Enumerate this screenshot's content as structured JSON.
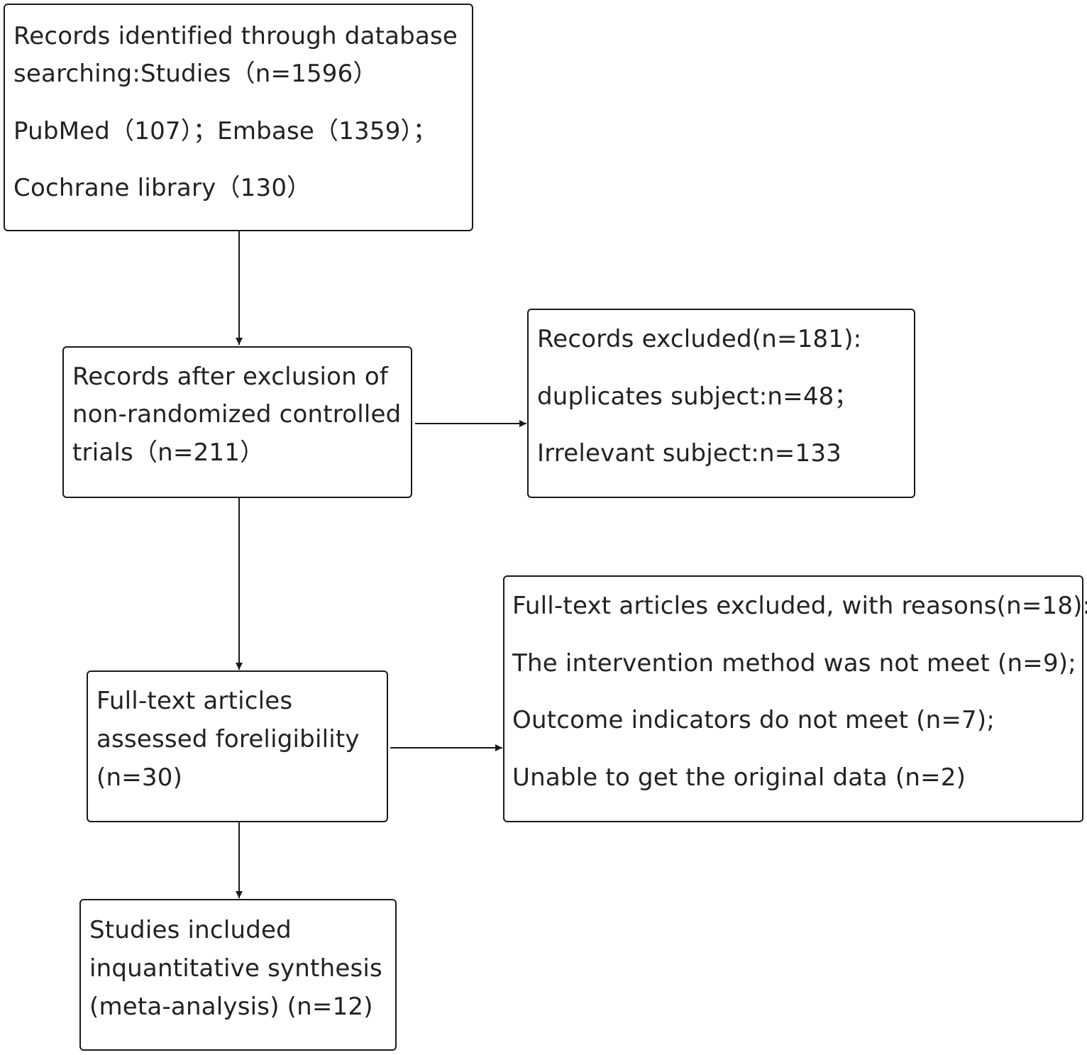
{
  "identified": {
    "lines": [
      "Records identified through database",
      "searching:Studies（n=1596）",
      "PubMed（107）；Embase（1359）；",
      "Cochrane library（130）"
    ]
  },
  "after_exclusion": {
    "lines": [
      "Records after exclusion of",
      "non-randomized controlled",
      "trials（n=211）"
    ]
  },
  "records_excluded": {
    "lines": [
      "Records excluded(n=181):",
      "duplicates subject:n=48；",
      "Irrelevant subject:n=133"
    ]
  },
  "full_text_assessed": {
    "lines": [
      "Full-text articles",
      "assessed foreligibility",
      "(n=30)"
    ]
  },
  "full_text_excluded": {
    "lines": [
      "Full-text articles excluded, with reasons(n=18):",
      "The intervention method was not meet (n=9);",
      "Outcome indicators do not meet (n=7);",
      "Unable to get the original data (n=2)"
    ]
  },
  "included": {
    "lines": [
      "Studies included",
      "inquantitative synthesis",
      "(meta-analysis) (n=12)"
    ]
  },
  "colors": {
    "line": "#1a1a1a",
    "text": "#222222",
    "background": "#ffffff"
  }
}
